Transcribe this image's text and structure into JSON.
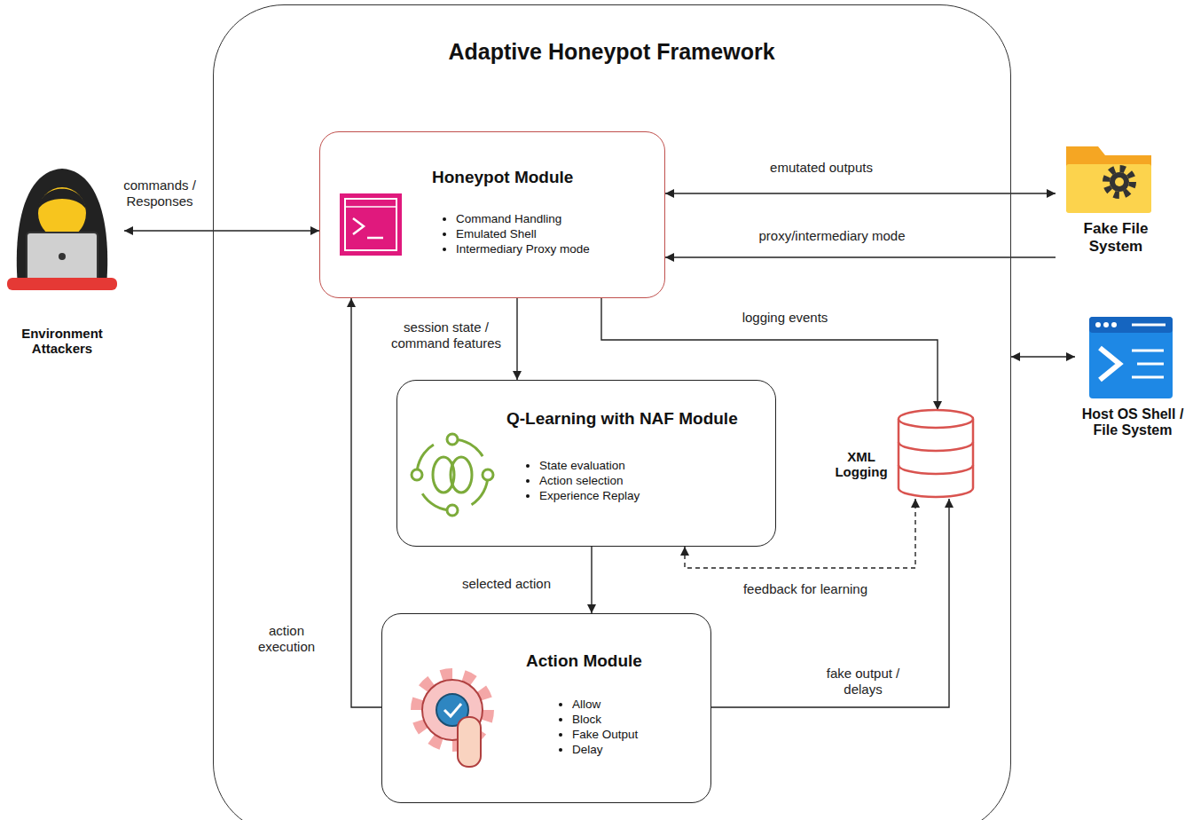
{
  "diagram": {
    "nodes": [
      {
        "text": [
          "Adaptive Honeypot Framework"
        ]
      },
      {
        "text": [
          "Honeypot Module",
          "Command Handling",
          "Emulated Shell",
          "Intermediary Proxy mode"
        ],
        "in": 0
      },
      {
        "text": [
          "Q-Learning with NAF Module",
          "State evaluation",
          "Action selection",
          "Experience Replay"
        ],
        "in": 0
      },
      {
        "text": [
          "Action Module",
          "Allow",
          "Block",
          "Fake Output",
          "Delay"
        ],
        "in": 0
      },
      {
        "text": [
          "XML Logging"
        ],
        "in": 0
      },
      {
        "text": [
          "Environment Attackers"
        ]
      },
      {
        "text": [
          "Fake File System"
        ]
      },
      {
        "text": [
          "Host OS Shell / File System"
        ]
      }
    ],
    "edges": [
      {
        "from": 5,
        "to": 1,
        "label": "commands / Responses",
        "arrow": "both"
      },
      {
        "from": 1,
        "to": 6,
        "label": "emutated outputs",
        "arrow": "both"
      },
      {
        "from": 6,
        "to": 1,
        "label": "proxy/intermediary mode",
        "arrow": "to"
      },
      {
        "from": 1,
        "to": 2,
        "label": "session state / command features",
        "arrow": "to"
      },
      {
        "from": 1,
        "to": 4,
        "label": "logging events",
        "arrow": "to"
      },
      {
        "from": 2,
        "to": 3,
        "label": "selected action",
        "arrow": "to"
      },
      {
        "from": 3,
        "to": 1,
        "label": "action execution",
        "arrow": "to"
      },
      {
        "from": 3,
        "to": 4,
        "label": "fake output / delays",
        "arrow": "to"
      },
      {
        "from": 2,
        "to": 4,
        "label": "feedback for learning",
        "arrow": "both"
      },
      {
        "from": 0,
        "to": 7,
        "arrow": "both"
      }
    ]
  }
}
